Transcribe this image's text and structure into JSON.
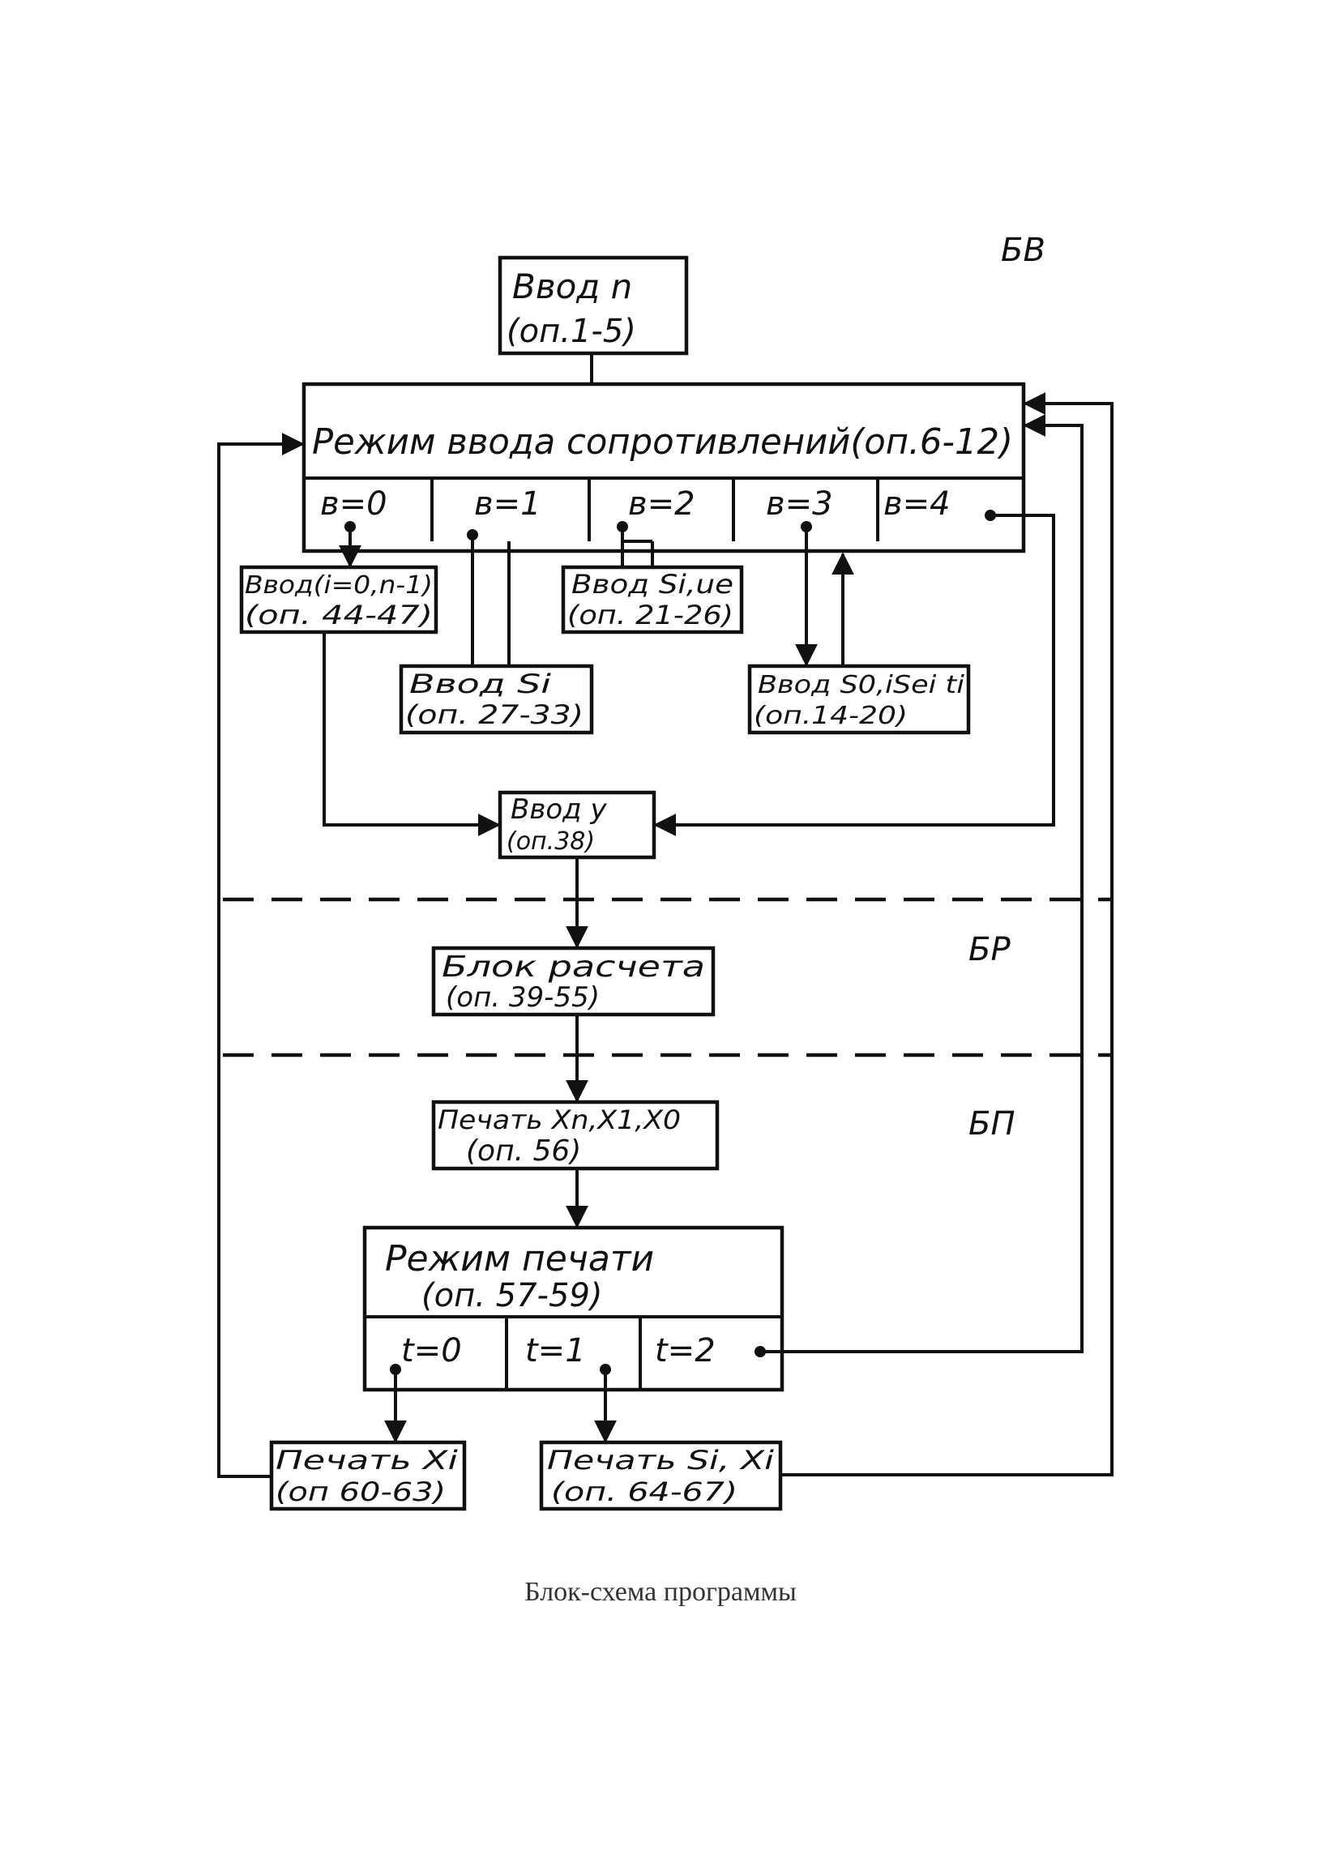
{
  "sections": {
    "input": "БВ",
    "calc": "БР",
    "print": "БП"
  },
  "blocks": {
    "input_n": {
      "line1": "Ввод n",
      "line2": "(оп.1-5)"
    },
    "resistance_mode": {
      "title": "Режим вводa сопротивлений(оп.6-12)"
    },
    "b_cells": [
      "в=0",
      "в=1",
      "в=2",
      "в=3",
      "в=4"
    ],
    "input_ti": {
      "line1": "Ввод(i=0,n-1)",
      "line2": "(оп. 44-47)"
    },
    "input_si_e": {
      "line1": "Ввод Si,ue",
      "line2": "(оп. 21-26)"
    },
    "input_si": {
      "line1": "Ввод Si",
      "line2": "(оп. 27-33)"
    },
    "input_s0": {
      "line1": "Ввод S0,iSei ti",
      "line2": "(оп.14-20)"
    },
    "input_y": {
      "line1": "Ввод y",
      "line2": "(оп.38)"
    },
    "calc_block": {
      "line1": "Блок расчета",
      "line2": "(оп. 39-55)"
    },
    "print_x": {
      "line1": "Печать Xn,X1,X0",
      "line2": "(оп. 56)"
    },
    "print_mode": {
      "line1": "Режим печати",
      "line2": "(оп. 57-59)"
    },
    "t_cells": [
      "t=0",
      "t=1",
      "t=2"
    ],
    "print_xi": {
      "line1": "Печать Xi",
      "line2": "(оп 60-63)"
    },
    "print_si_xi": {
      "line1": "Печать Si, Xi",
      "line2": "(оп. 64-67)"
    }
  },
  "caption": "Блок-схема программы"
}
